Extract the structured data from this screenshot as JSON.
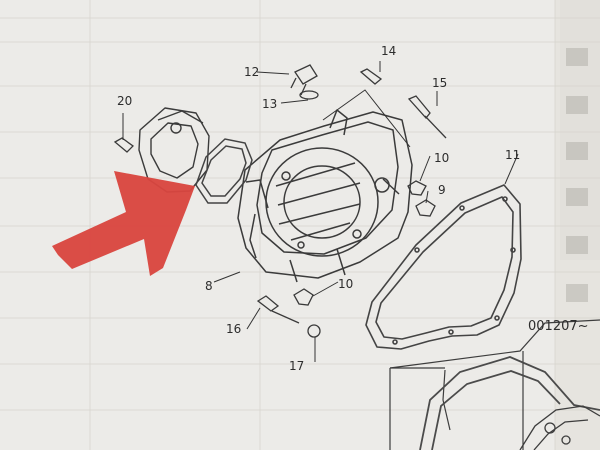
{
  "diagram": {
    "callouts": {
      "p8": "8",
      "p9": "9",
      "p10a": "10",
      "p10b": "10",
      "p11": "11",
      "p12": "12",
      "p13": "13",
      "p14": "14",
      "p15": "15",
      "p16": "16",
      "p17": "17",
      "p20": "20"
    },
    "serial_range_label": "001207~"
  },
  "overlay": {
    "arrow_color": "#d9463f",
    "arrow_direction": "up-right"
  }
}
